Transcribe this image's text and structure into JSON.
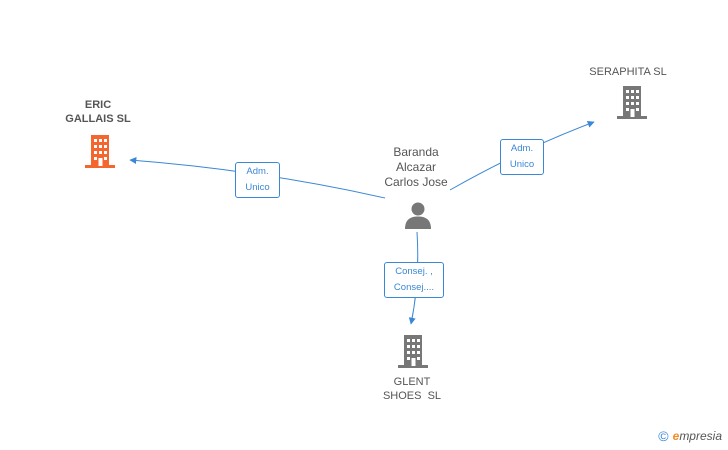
{
  "nodes": {
    "person": {
      "label_lines": [
        "Baranda",
        "Alcazar",
        "Carlos Jose"
      ],
      "icon": "person-icon"
    },
    "eric_gallais": {
      "label_lines": [
        "ERIC",
        "GALLAIS SL"
      ],
      "icon": "building-icon",
      "color": "#f4662d"
    },
    "seraphita": {
      "label_lines": [
        "SERAPHITA SL"
      ],
      "icon": "building-icon",
      "color": "#777777"
    },
    "glent_shoes": {
      "label_lines": [
        "GLENT",
        "SHOES  SL"
      ],
      "icon": "building-icon",
      "color": "#777777"
    }
  },
  "edges": {
    "to_eric": {
      "lines": [
        "Adm.",
        "Unico"
      ]
    },
    "to_seraphita": {
      "lines": [
        "Adm.",
        "Unico"
      ]
    },
    "to_glent": {
      "lines": [
        "Consej. ,",
        "Consej...."
      ]
    }
  },
  "footer": {
    "copyright_symbol": "©",
    "brand_initial": "e",
    "brand_rest": "mpresia"
  },
  "colors": {
    "edge": "#3a87d6",
    "highlight": "#f4662d",
    "building": "#777777",
    "person": "#777777"
  }
}
